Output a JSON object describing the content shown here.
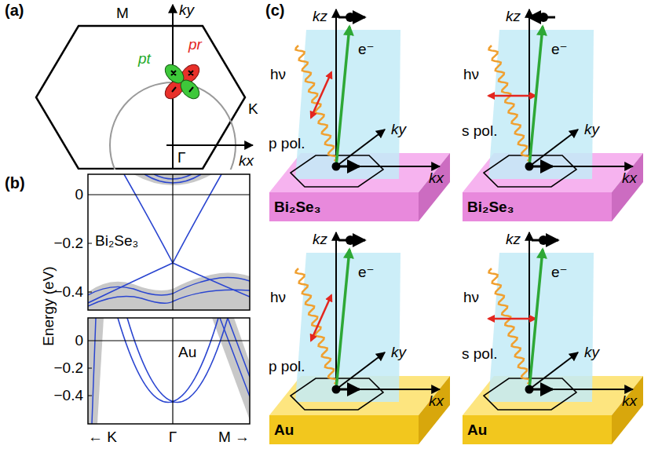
{
  "diagram": {
    "nodes": [
      {
        "text": [
          "Bi₂Se₃"
        ]
      },
      {
        "text": [
          "Bi₂Se₃"
        ]
      },
      {
        "text": [
          "Au"
        ]
      },
      {
        "text": [
          "Au"
        ]
      }
    ],
    "labels": [
      "(a)",
      "M",
      "ky",
      "pr",
      "pt",
      "K",
      "Γ",
      "kx",
      "(b)",
      "0",
      "−0.2",
      "−0.4",
      "Bi₂Se₃",
      "0",
      "−0.2",
      "−0.4",
      "Au",
      "Energy (eV)",
      "← K",
      "Γ",
      "M →",
      "(c)",
      "kz",
      "hν",
      "p pol.",
      "e⁻",
      "ky",
      "kx",
      "kz",
      "hν",
      "s pol.",
      "e⁻",
      "ky",
      "kx",
      "kz",
      "hν",
      "p pol.",
      "e⁻",
      "ky",
      "kx",
      "kz",
      "hν",
      "s pol.",
      "e⁻",
      "ky",
      "kx"
    ]
  }
}
